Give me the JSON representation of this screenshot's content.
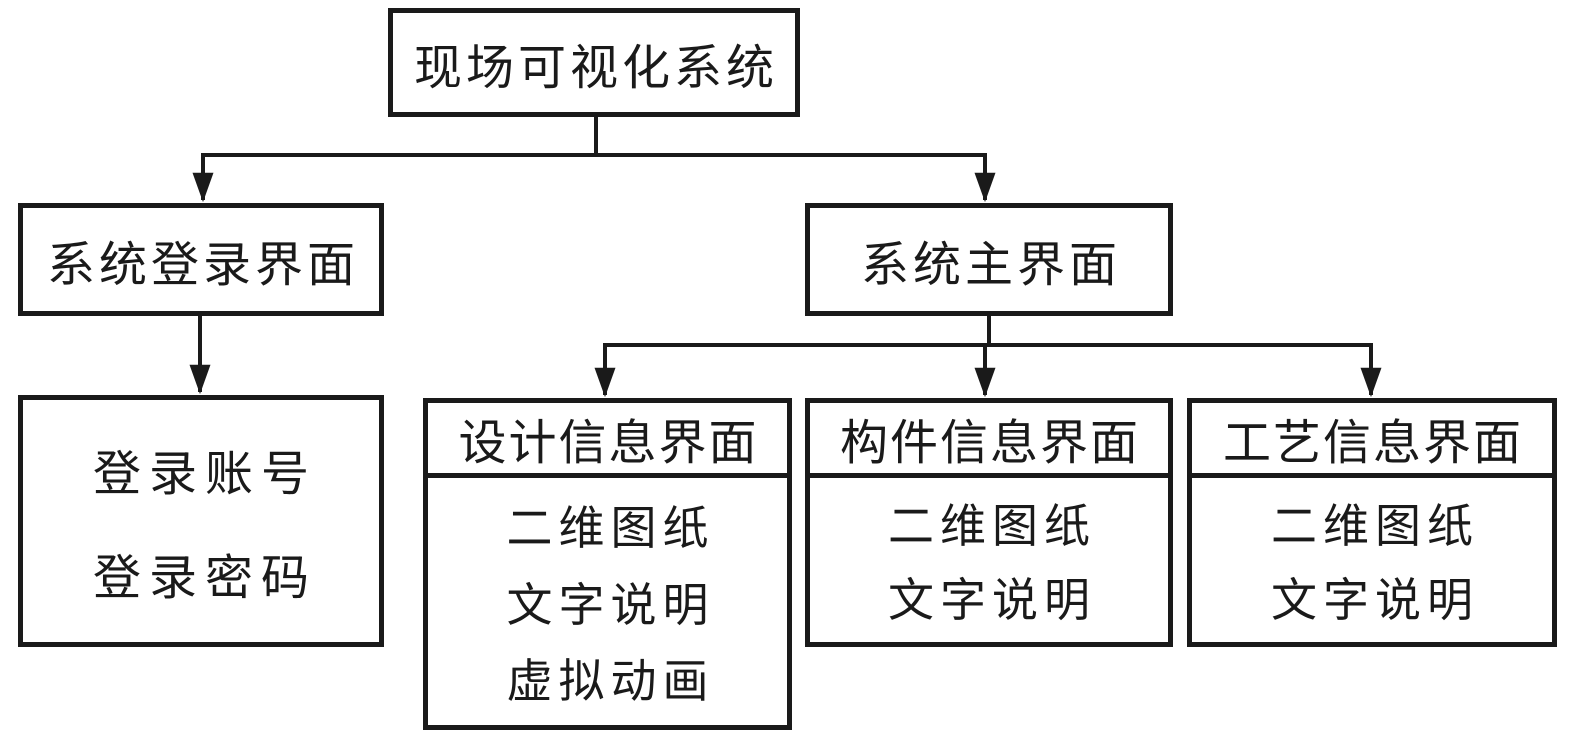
{
  "diagram": {
    "root": {
      "label": "现场可视化系统"
    },
    "login": {
      "label": "系统登录界面"
    },
    "main": {
      "label": "系统主界面"
    },
    "login_detail": {
      "lines": [
        "登录账号",
        "登录密码"
      ]
    },
    "panels": [
      {
        "header": "设计信息界面",
        "items": [
          "二维图纸",
          "文字说明",
          "虚拟动画"
        ]
      },
      {
        "header": "构件信息界面",
        "items": [
          "二维图纸",
          "文字说明"
        ]
      },
      {
        "header": "工艺信息界面",
        "items": [
          "二维图纸",
          "文字说明"
        ]
      }
    ],
    "colors": {
      "line": "#1a1a1a",
      "background": "#ffffff",
      "text": "#1a1a1a"
    }
  }
}
